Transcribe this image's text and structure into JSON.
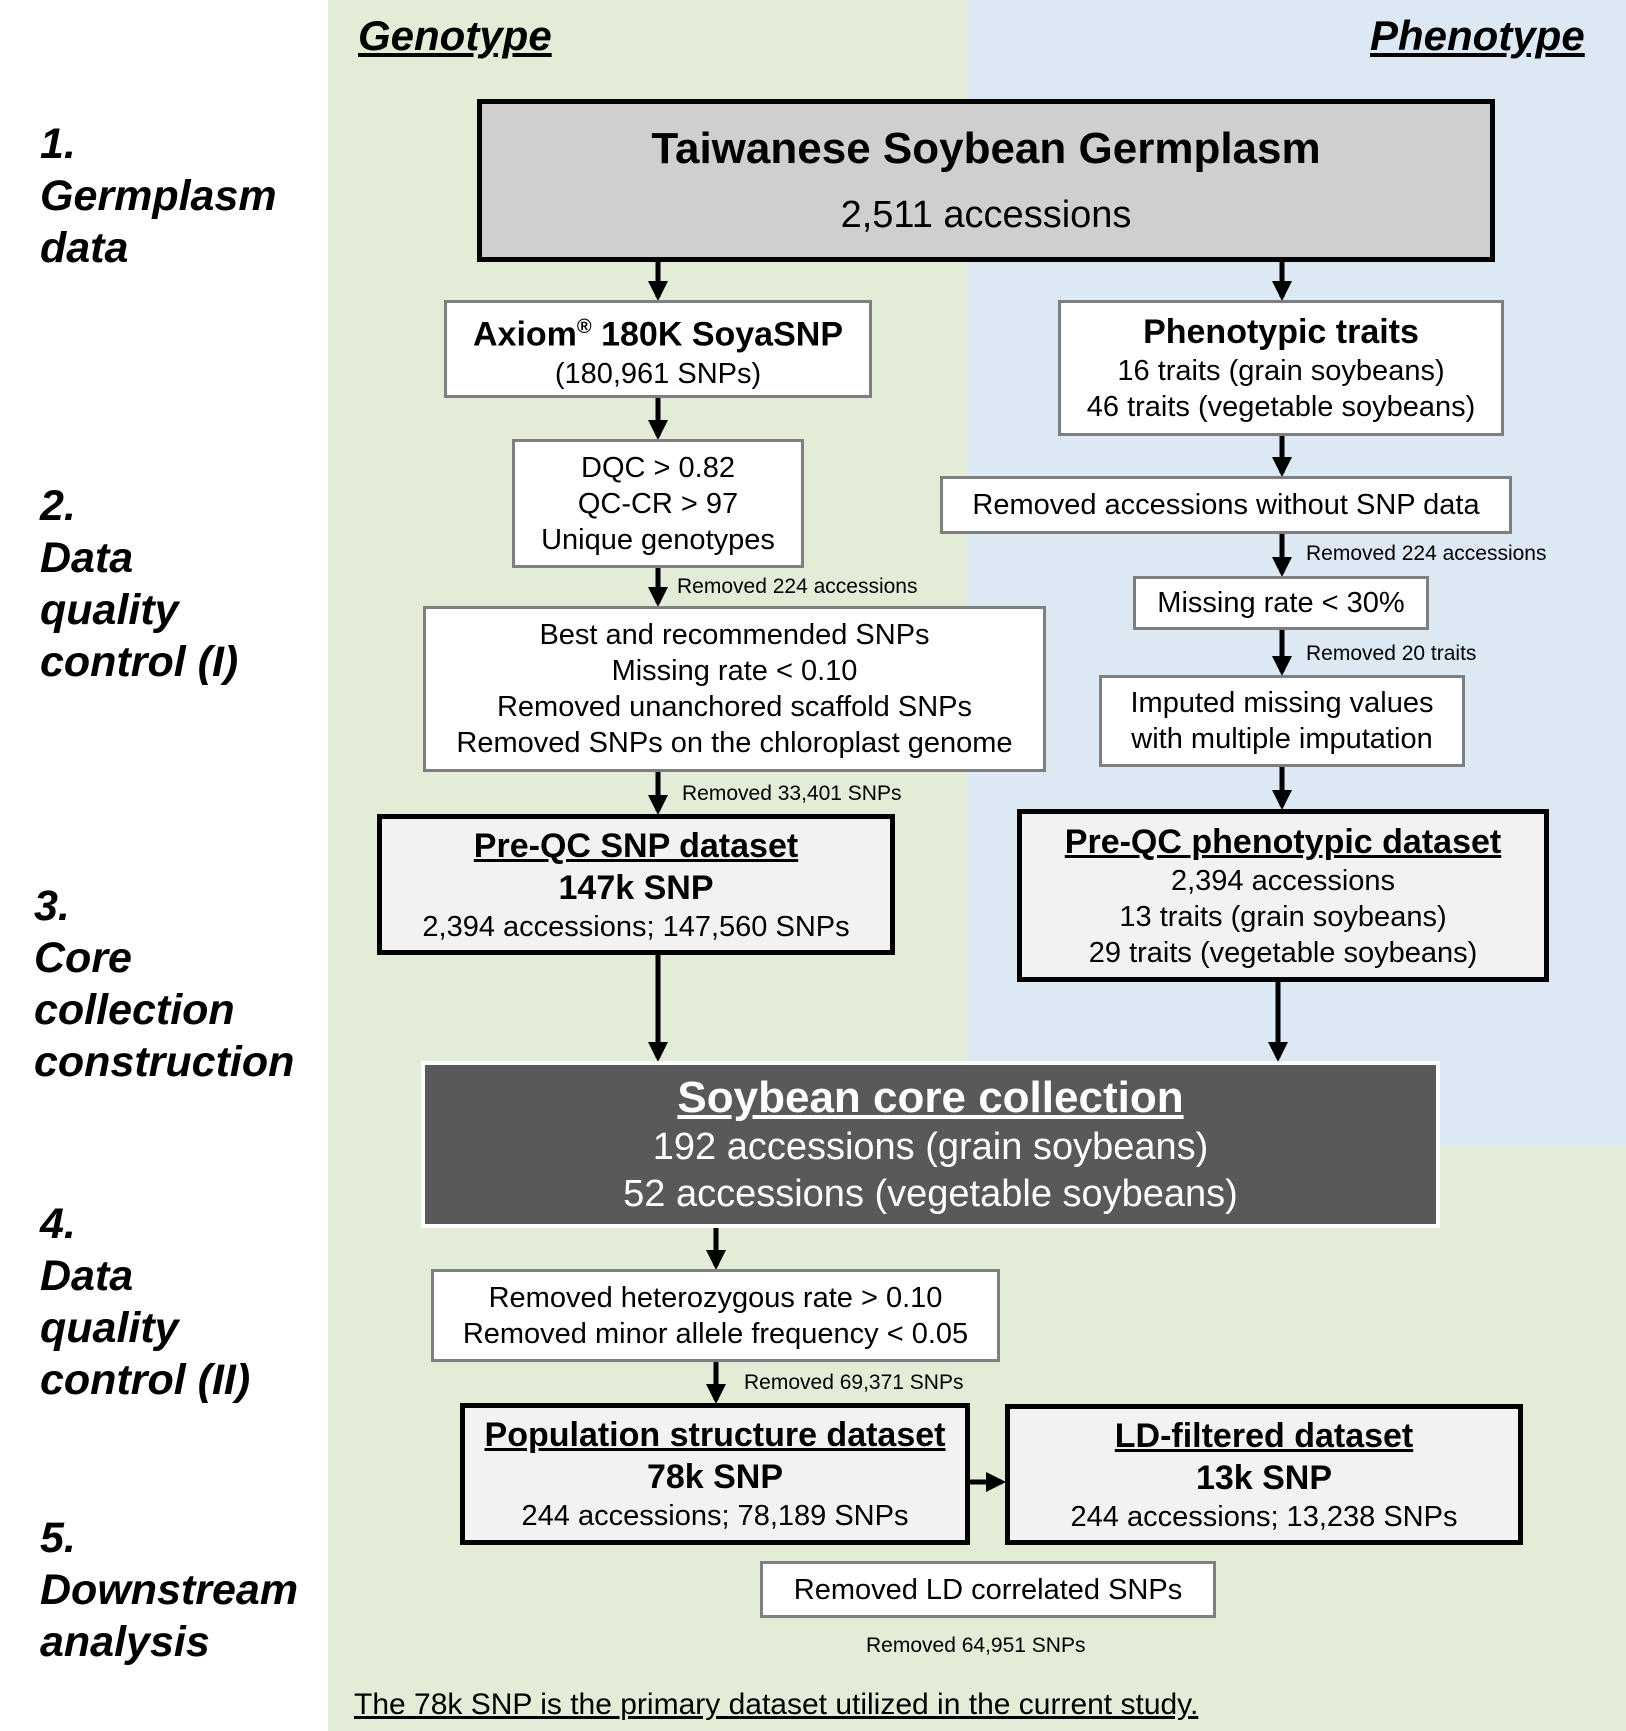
{
  "headers": {
    "genotype": "Genotype",
    "phenotype": "Phenotype"
  },
  "steps": [
    {
      "num": "1.",
      "lines": [
        "Germplasm",
        "data"
      ]
    },
    {
      "num": "2.",
      "lines": [
        "Data",
        "quality",
        "control (I)"
      ]
    },
    {
      "num": "3.",
      "lines": [
        "Core",
        "collection",
        "construction"
      ]
    },
    {
      "num": "4.",
      "lines": [
        "Data",
        "quality",
        "control (II)"
      ]
    },
    {
      "num": "5.",
      "lines": [
        "Downstream",
        "analysis"
      ]
    }
  ],
  "germplasm": {
    "title": "Taiwanese Soybean Germplasm",
    "sub": "2,511 accessions"
  },
  "axiom": {
    "title_main": "Axiom",
    "title_sup": "®",
    "title_rest": " 180K SoyaSNP",
    "sub": "(180,961 SNPs)"
  },
  "qc1": {
    "lines": [
      "DQC > 0.82",
      "QC-CR > 97",
      "Unique genotypes"
    ]
  },
  "qc2": {
    "lines": [
      "Best and recommended SNPs",
      "Missing rate < 0.10",
      "Removed unanchored scaffold SNPs",
      "Removed SNPs on the chloroplast genome"
    ]
  },
  "preqc_snp": {
    "title": "Pre-QC SNP dataset",
    "sub_bold": "147k SNP",
    "sub": "2,394 accessions; 147,560 SNPs"
  },
  "pheno": {
    "title": "Phenotypic traits",
    "lines": [
      "16 traits (grain soybeans)",
      "46 traits (vegetable soybeans)"
    ]
  },
  "pheno_remove": {
    "text": "Removed accessions without SNP data"
  },
  "missing": {
    "text": "Missing rate < 30%"
  },
  "impute": {
    "lines": [
      "Imputed missing values",
      "with multiple imputation"
    ]
  },
  "preqc_pheno": {
    "title": "Pre-QC phenotypic dataset",
    "lines": [
      "2,394 accessions",
      "13 traits (grain soybeans)",
      "29 traits (vegetable soybeans)"
    ]
  },
  "core": {
    "title": "Soybean core collection",
    "lines": [
      "192 accessions (grain soybeans)",
      "52 accessions (vegetable soybeans)"
    ]
  },
  "qc3": {
    "lines": [
      "Removed heterozygous rate > 0.10",
      "Removed minor allele frequency < 0.05"
    ]
  },
  "popstruct": {
    "title": "Population structure dataset",
    "sub_bold": "78k SNP",
    "sub": "244 accessions; 78,189 SNPs"
  },
  "ldfilt": {
    "title": "LD-filtered dataset",
    "sub_bold": "13k SNP",
    "sub": "244 accessions; 13,238 SNPs"
  },
  "ld_removed": {
    "text": "Removed LD correlated SNPs"
  },
  "notes": {
    "removed_224_geno": "Removed 224 accessions",
    "removed_33401": "Removed 33,401 SNPs",
    "removed_224_pheno": "Removed 224 accessions",
    "removed_20_traits": "Removed 20 traits",
    "removed_69371": "Removed 69,371 SNPs",
    "removed_64951": "Removed 64,951 SNPs"
  },
  "footer": "The 78k SNP is the primary dataset utilized in the current study.",
  "colors": {
    "green": "#e2ecd7",
    "blue": "#dce8f4",
    "core_fill": "#595959",
    "box_gray": "#d0cece"
  }
}
